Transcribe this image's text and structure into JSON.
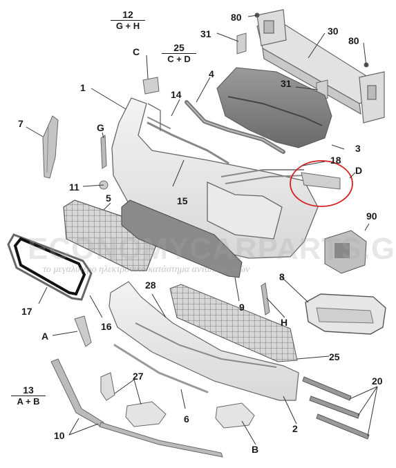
{
  "callouts": {
    "c1": "1",
    "c2": "2",
    "c3": "3",
    "c4": "4",
    "c5": "5",
    "c6": "6",
    "c7": "7",
    "c8": "8",
    "c9": "9",
    "c10": "10",
    "c11": "11",
    "c14": "14",
    "c15": "15",
    "c16": "16",
    "c17": "17",
    "c18": "18",
    "c20": "20",
    "c25": "25",
    "c27": "27",
    "c28": "28",
    "c30": "30",
    "c31a": "31",
    "c31b": "31",
    "c80a": "80",
    "c80b": "80",
    "c90": "90",
    "cA": "A",
    "cB": "B",
    "cC": "C",
    "cD": "D",
    "cG": "G",
    "cH": "H"
  },
  "groups": {
    "g12": {
      "number": "12",
      "formula": "G + H"
    },
    "g25": {
      "number": "25",
      "formula": "C + D"
    },
    "g13": {
      "number": "13",
      "formula": "A + B"
    }
  },
  "watermark": {
    "brand": "ECONOMYCARPARTS.GR",
    "tagline": "το μεγαλύτερο ηλεκτρονικό κατάστημα ανταλλακτικών"
  },
  "colors": {
    "line": "#333333",
    "part_stroke": "#666666",
    "part_fill": "#eeeeee",
    "highlight": "#d42020"
  }
}
